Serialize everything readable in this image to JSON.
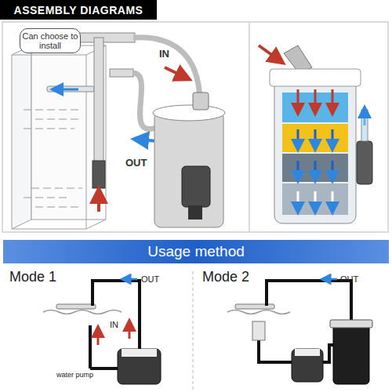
{
  "diagram": {
    "nodes": [
      {
        "text": [
          "ASSEMBLY DIAGRAMS"
        ]
      },
      {
        "text": [
          "Can choose to install"
        ]
      },
      {
        "text": [
          "Usage method"
        ]
      }
    ],
    "labels": [
      "IN",
      "OUT",
      "Mode 1",
      "OUT",
      "IN",
      "water pump",
      "Mode 2",
      "OUT"
    ]
  }
}
